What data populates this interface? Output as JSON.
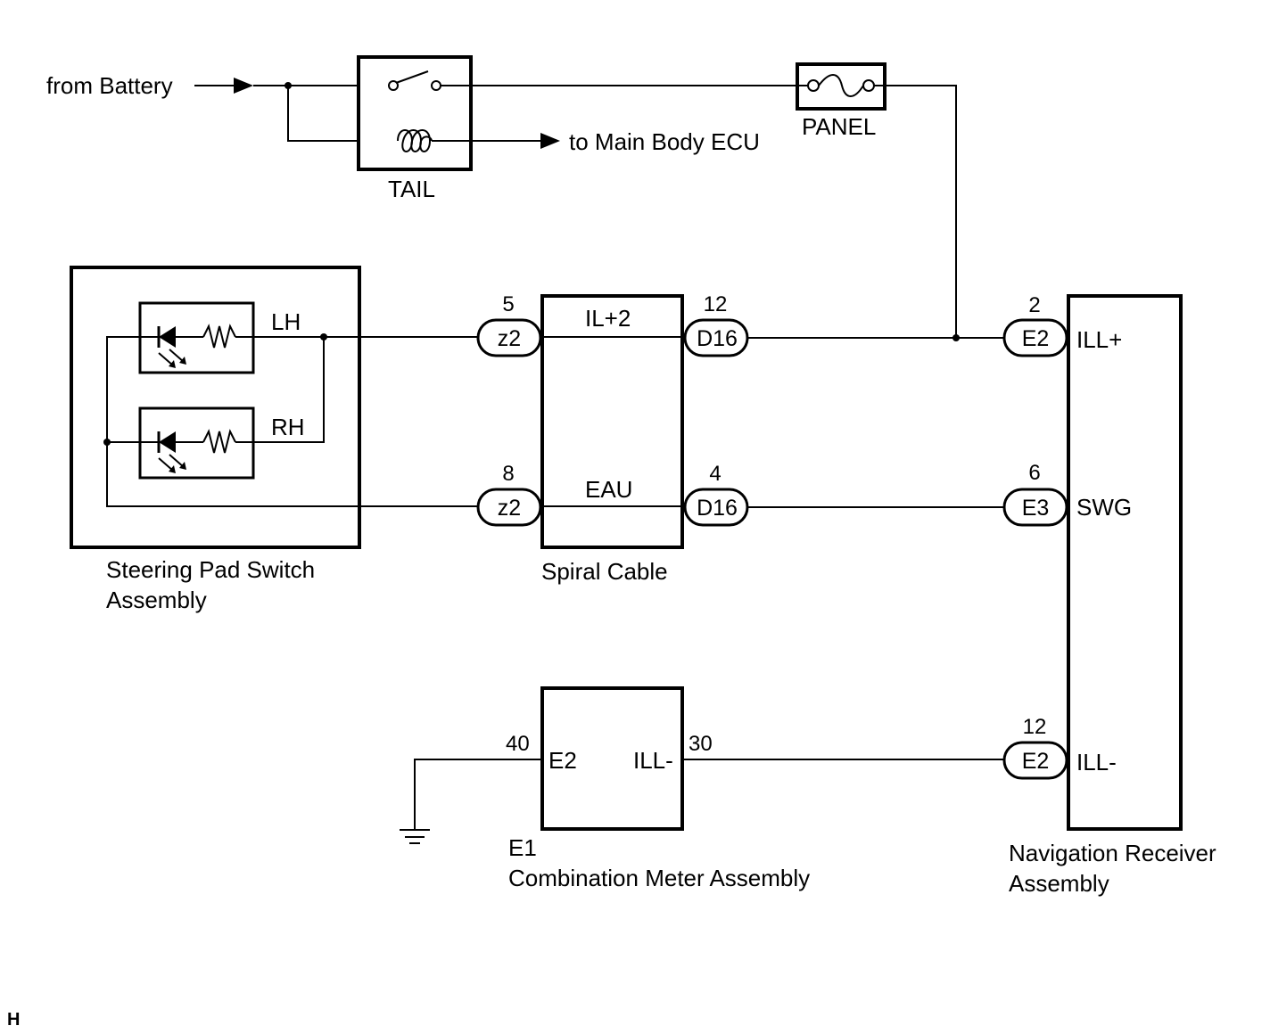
{
  "source": {
    "label": "from Battery"
  },
  "relay": {
    "name": "TAIL",
    "output_label": "to Main Body ECU"
  },
  "fuse": {
    "name": "PANEL"
  },
  "steering_pad": {
    "name_line1": "Steering Pad Switch",
    "name_line2": "Assembly",
    "lh_label": "LH",
    "rh_label": "RH"
  },
  "spiral_cable": {
    "name": "Spiral Cable",
    "terminal_top": "IL+2",
    "terminal_bottom": "EAU",
    "conn_left_top": "z2",
    "conn_left_bottom": "z2",
    "conn_right_top": "D16",
    "conn_right_bottom": "D16",
    "pin_left_top": "5",
    "pin_left_bottom": "8",
    "pin_right_top": "12",
    "pin_right_bottom": "4"
  },
  "navigation": {
    "name_line1": "Navigation Receiver",
    "name_line2": "Assembly",
    "conn_top": "E2",
    "conn_mid": "E3",
    "conn_bottom": "E2",
    "pin_top": "2",
    "pin_mid": "6",
    "pin_bottom": "12",
    "term_top": "ILL+",
    "term_mid": "SWG",
    "term_bottom": "ILL-"
  },
  "combination_meter": {
    "code": "E1",
    "name": "Combination Meter Assembly",
    "term_left": "E2",
    "term_right": "ILL-",
    "pin_left": "40",
    "pin_right": "30"
  },
  "corner_mark": "H"
}
